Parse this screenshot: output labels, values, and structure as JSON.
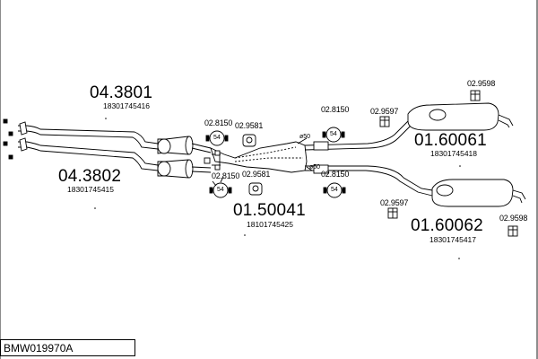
{
  "diagram": {
    "footer_code": "BMW019970A",
    "parts": [
      {
        "number": "04.3801",
        "oe": "18301745416"
      },
      {
        "number": "04.3802",
        "oe": "18301745415"
      },
      {
        "number": "01.50041",
        "oe": "18101745425"
      },
      {
        "number": "01.60061",
        "oe": "18301745418"
      },
      {
        "number": "01.60062",
        "oe": "18301745417"
      }
    ],
    "accessories": {
      "clamp_top": "02.8150",
      "mount_top": "02.9581",
      "clamp_top_right": "02.8150",
      "hanger_top_right": "02.9597",
      "hanger_far_top": "02.9598",
      "clamp_bottom": "02.8150",
      "mount_bottom": "02.9581",
      "clamp_bottom_right": "02.8150",
      "hanger_bottom_right": "02.9597",
      "hanger_far_bottom": "02.9598"
    },
    "clamp_size": "54",
    "diameters": {
      "upper": "ø50",
      "lower": "ø50"
    }
  },
  "colors": {
    "line": "#000000",
    "background": "#ffffff"
  }
}
